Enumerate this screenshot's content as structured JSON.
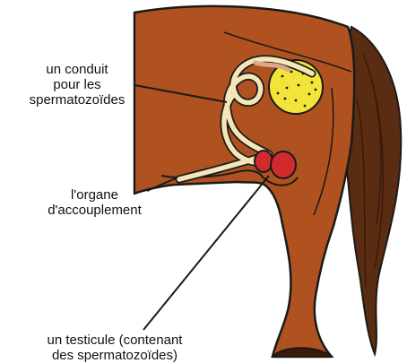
{
  "labels": {
    "conduit": [
      "un conduit",
      "pour les",
      "spermatozoïdes"
    ],
    "organe": [
      "l'organe",
      "d'accouplement"
    ],
    "testicule": [
      "un testicule (contenant",
      "des spermatozoïdes)"
    ]
  },
  "colors": {
    "coat": "#b0521f",
    "coat_shadow": "#8d3d14",
    "tail": "#5a2c12",
    "duct": "#f4e6b8",
    "gland": "#f3e43a",
    "testis": "#cf2a2e",
    "outline": "#1a1a1a"
  }
}
